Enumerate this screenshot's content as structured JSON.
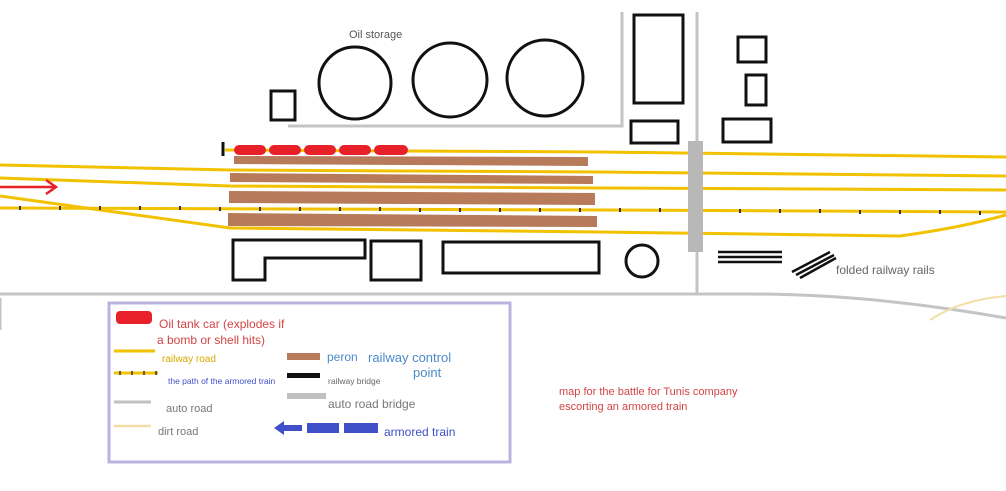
{
  "title": {
    "line1": "map for the battle for Tunis company",
    "line2": "escorting an armored train"
  },
  "labels": {
    "oil_storage": "Oil storage",
    "folded_rails": "folded railway rails"
  },
  "legend": {
    "oil_tank_car_line1": "Oil tank car (explodes if",
    "oil_tank_car_line2": "a bomb or shell hits)",
    "railway_road": "railway road",
    "armored_train_path": "the path of the armored train",
    "auto_road": "auto road",
    "dirt_road": "dirt road",
    "peron": "peron",
    "railway_control_line1": "railway control",
    "railway_control_line2": "point",
    "railway_bridge": "railway bridge",
    "auto_road_bridge": "auto road bridge",
    "armored_train": "armored train"
  },
  "colors": {
    "railway": "#f2c200",
    "oil_tank": "#e8202a",
    "peron": "#b77a5a",
    "auto_road": "#c0c0c0",
    "dirt_road": "#f3dfa5",
    "armored_train": "#3f50c8",
    "legend_border": "#b9b3e0",
    "text_red": "#d24444",
    "text_blue": "#4a8ac8",
    "text_gray": "#777777",
    "railway_label": "#d9a900"
  }
}
